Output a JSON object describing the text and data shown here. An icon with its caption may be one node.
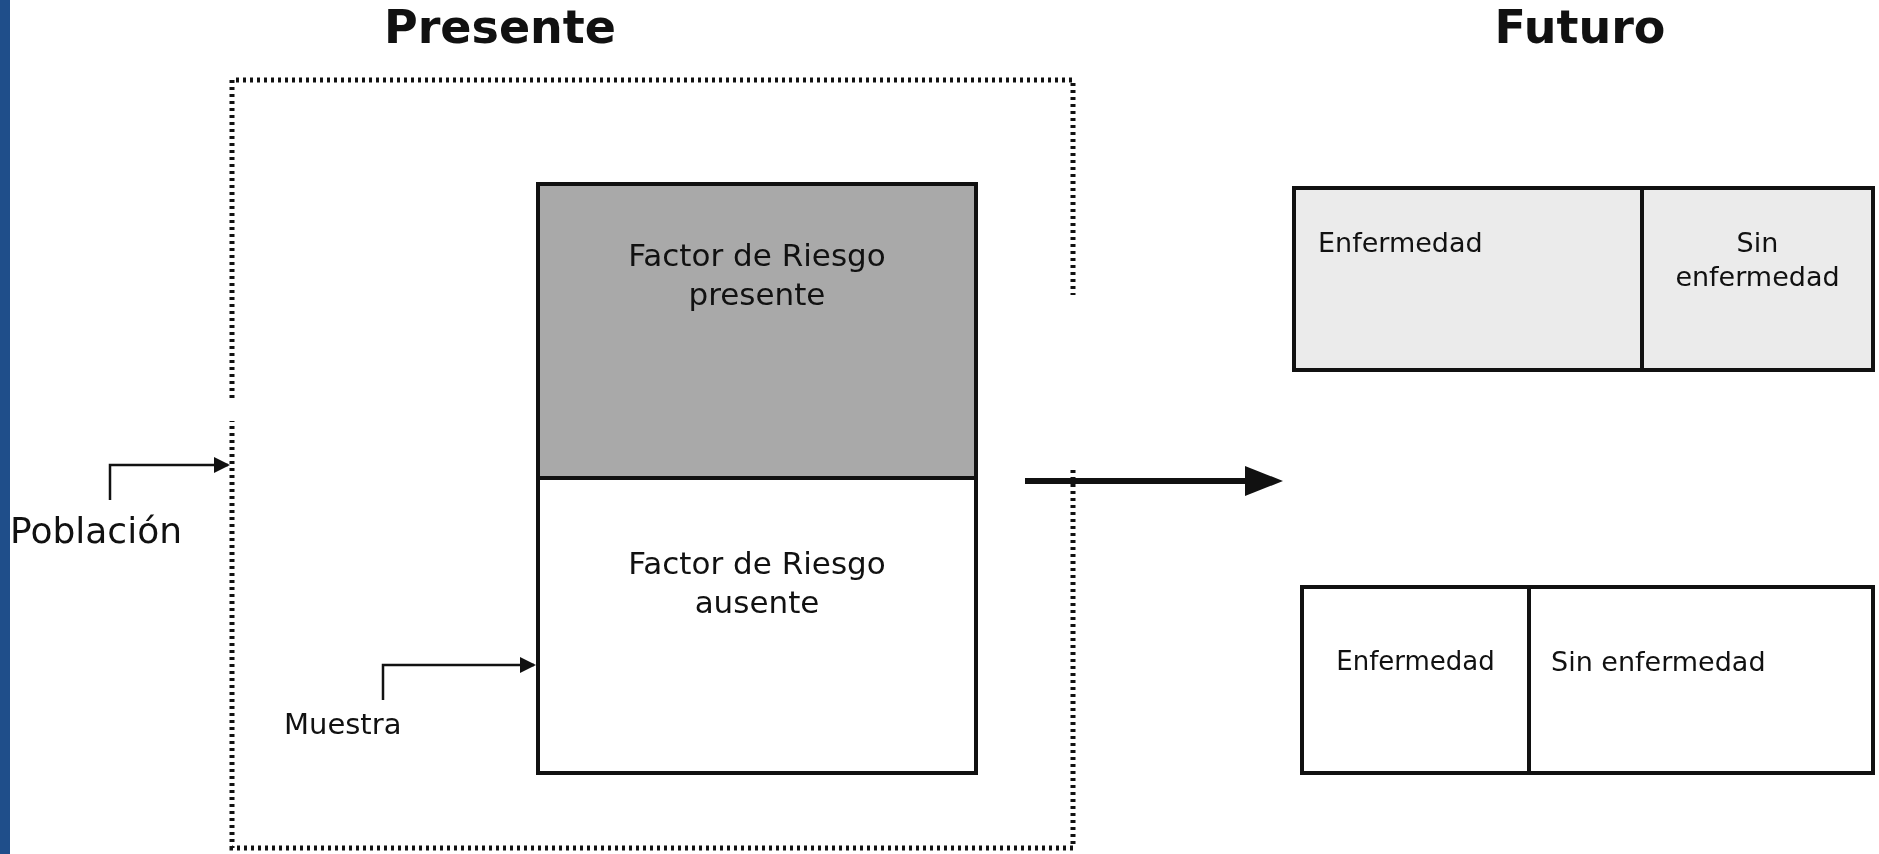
{
  "diagram": {
    "nodes": [
      {
        "text": [
          "Presente"
        ]
      },
      {
        "text": [],
        "shape": "box",
        "in": 0
      },
      {
        "text": [
          "Factor de Riesgo presente"
        ],
        "in": 1
      },
      {
        "text": [
          "Factor de Riesgo ausente"
        ],
        "in": 1
      },
      {
        "text": [
          "Población"
        ]
      },
      {
        "text": [
          "Muestra"
        ],
        "in": 0
      },
      {
        "text": [],
        "shape": "box"
      },
      {
        "text": [
          "Enfermedad"
        ],
        "in": 6
      },
      {
        "text": [
          "Sin enfermedad"
        ],
        "in": 6
      },
      {
        "text": [],
        "shape": "box"
      },
      {
        "text": [
          "Enfermedad"
        ],
        "in": 9
      },
      {
        "text": [
          "Sin enfermedad"
        ],
        "in": 9
      }
    ],
    "edges": [
      {
        "from": 4,
        "to": 0,
        "arrow": "to"
      },
      {
        "from": 5,
        "to": 1,
        "arrow": "to"
      }
    ],
    "labels": [
      "Futuro"
    ]
  }
}
